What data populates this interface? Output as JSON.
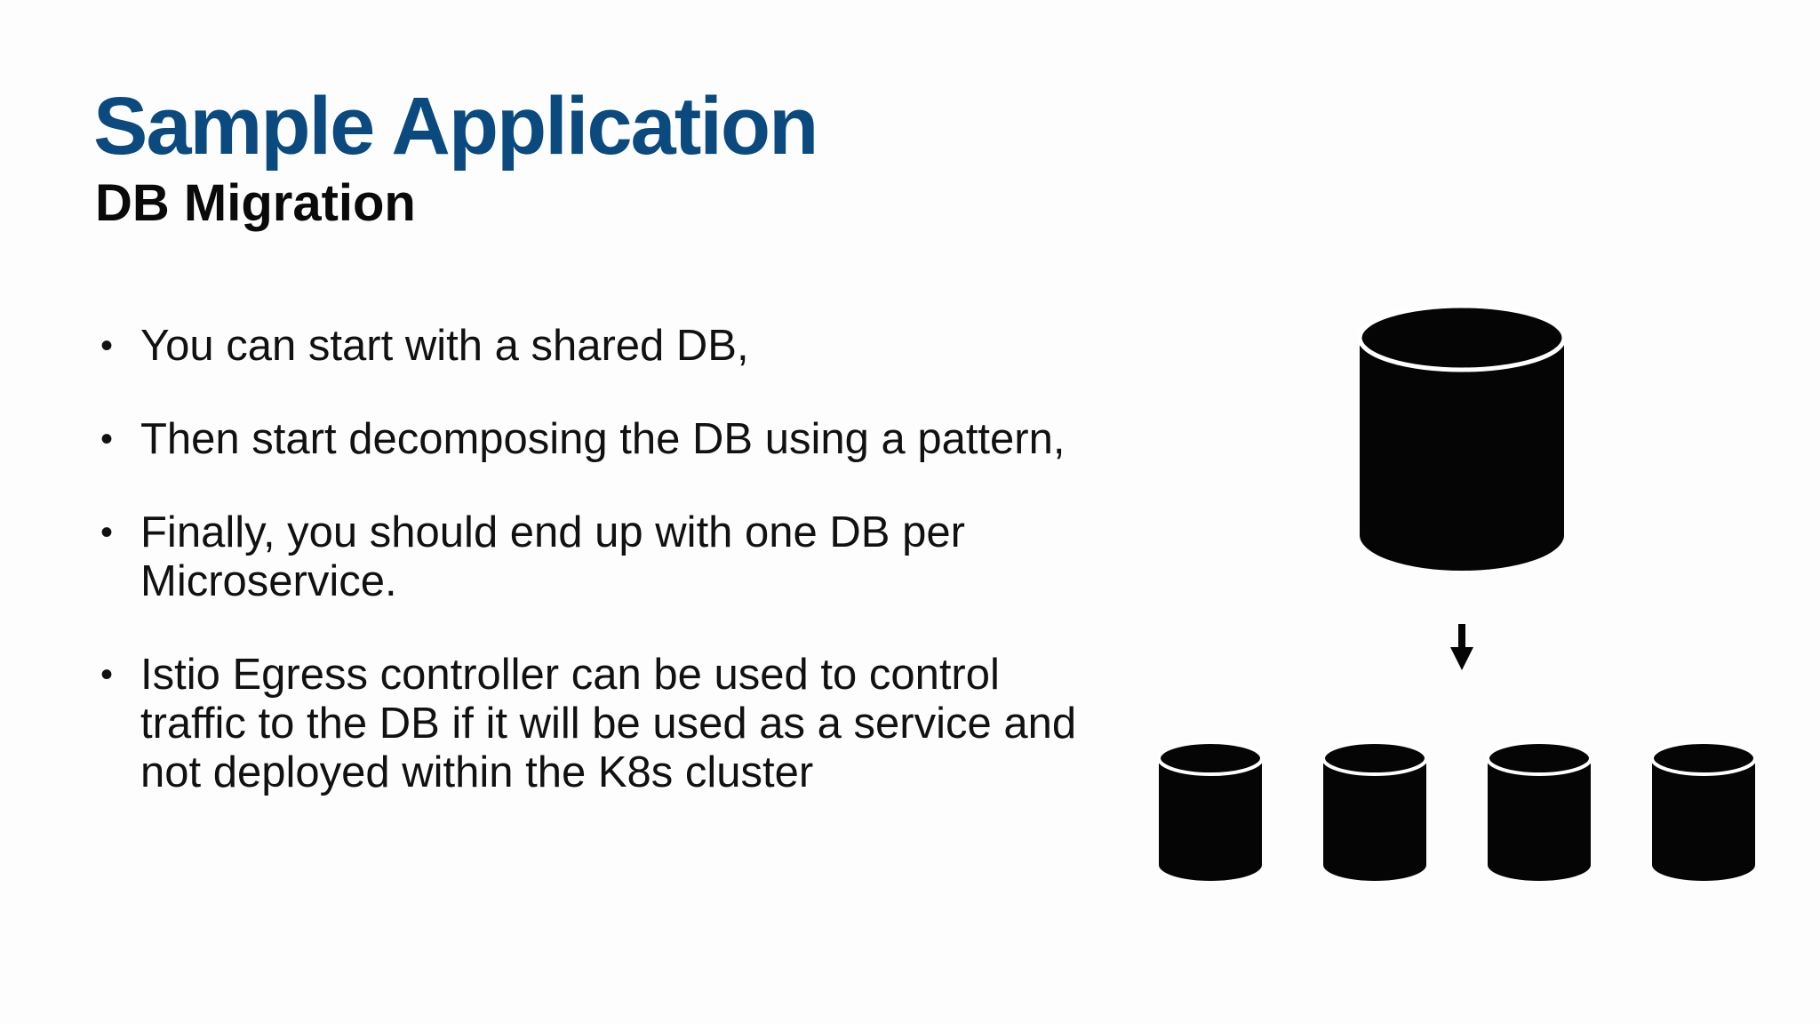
{
  "slide": {
    "title": "Sample Application",
    "subtitle": "DB Migration",
    "bullet_symbol": "•",
    "bullets": [
      "You can start with a shared DB,",
      "Then start decomposing the DB using a pattern,",
      "Finally, you should end up with one DB per Microservice.",
      "Istio Egress controller can be used to control traffic to the DB if it will be used as a service and not deployed within the K8s cluster"
    ]
  },
  "diagram": {
    "shared_db_icon": "database-icon",
    "arrow_icon": "arrow-down-icon",
    "split_db_icon": "database-icon",
    "split_db_count": 4
  },
  "colors": {
    "title": "#0b4a7e",
    "background": "#fdfdfd",
    "icon_fill": "#050505"
  }
}
